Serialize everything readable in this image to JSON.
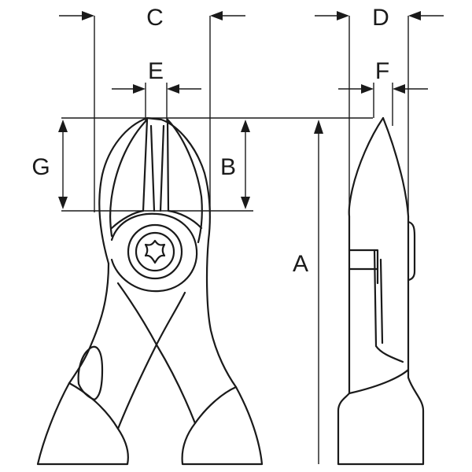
{
  "labels": {
    "A": "A",
    "B": "B",
    "C": "C",
    "D": "D",
    "E": "E",
    "F": "F",
    "G": "G"
  },
  "colors": {
    "ink": "#1a1a1a",
    "background": "#ffffff"
  },
  "icons": {
    "fastener": "torx-screw-icon"
  }
}
